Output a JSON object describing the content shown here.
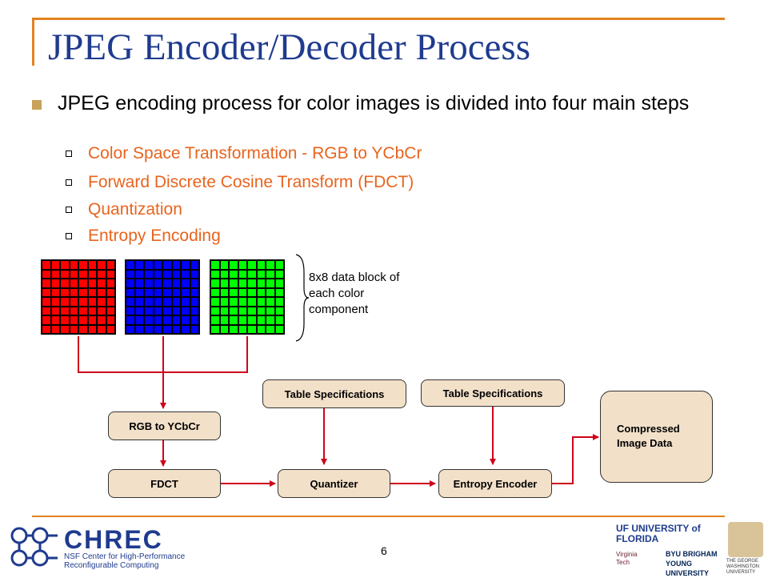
{
  "title": "JPEG Encoder/Decoder Process",
  "main_bullet": "JPEG encoding process for color images is divided into four main steps",
  "steps": [
    "Color Space Transformation - RGB to YCbCr",
    "Forward Discrete Cosine Transform (FDCT)",
    "Quantization",
    "Entropy Encoding"
  ],
  "block_label": "8x8 data block of each color component",
  "block_colors": [
    "#ff0000",
    "#0000ff",
    "#00ff00"
  ],
  "diagram": {
    "rgb_to_ycbcr": "RGB to YCbCr",
    "fdct": "FDCT",
    "quantizer": "Quantizer",
    "entropy_encoder": "Entropy Encoder",
    "table_spec_1": "Table Specifications",
    "table_spec_2": "Table Specifications",
    "compressed": "Compressed Image Data"
  },
  "colors": {
    "accent": "#e2831f",
    "title": "#1f3b8f",
    "sub_items": "#e8641e",
    "arrow": "#d0021b",
    "box_fill": "#f2e0c9"
  },
  "footer": {
    "page_number": "6",
    "chrec_name": "CHREC",
    "chrec_subtitle": "NSF Center for High-Performance Reconfigurable Computing",
    "uf_text": "UF UNIVERSITY of FLORIDA",
    "byu_text": "BYU BRIGHAM YOUNG UNIVERSITY",
    "vt_text": "Virginia Tech",
    "gwu_text": "THE GEORGE WASHINGTON UNIVERSITY"
  }
}
